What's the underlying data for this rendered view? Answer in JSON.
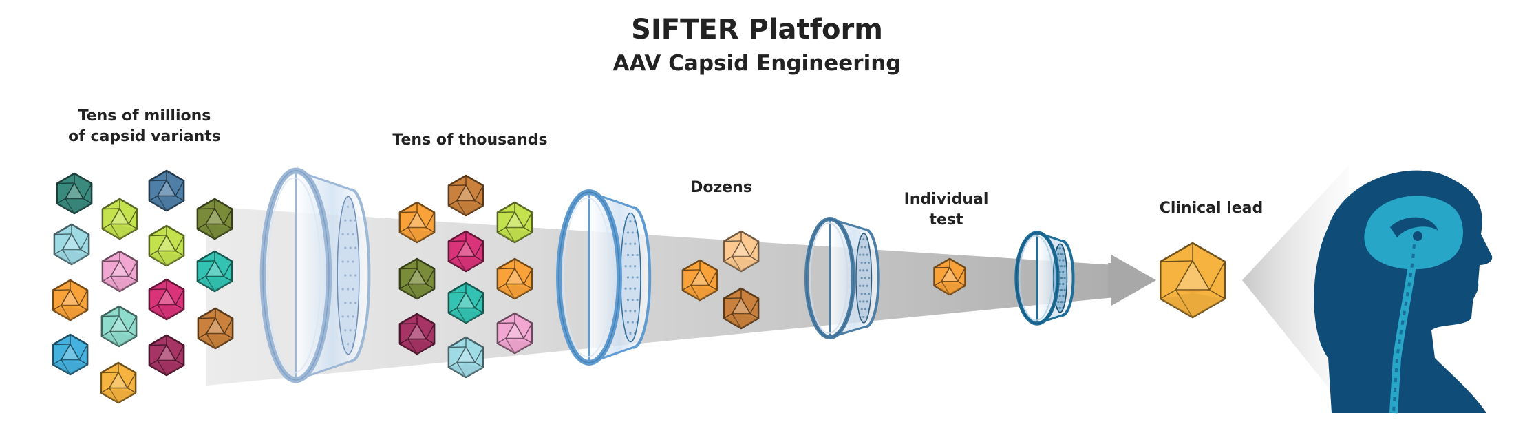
{
  "title": "SIFTER Platform",
  "subtitle": "AAV Capsid Engineering",
  "stages": [
    {
      "label_lines": [
        "Tens of millions",
        "of capsid variants"
      ]
    },
    {
      "label_lines": [
        "Tens of thousands"
      ]
    },
    {
      "label_lines": [
        "Dozens"
      ]
    },
    {
      "label_lines": [
        "Individual",
        "test"
      ]
    },
    {
      "label_lines": [
        "Clinical lead"
      ]
    }
  ],
  "colors": {
    "teal_dark": "#3b8a7e",
    "steel_blue": "#4f7fa6",
    "olive": "#7a8c3a",
    "light_cyan": "#9fdbe5",
    "lime": "#c4e24e",
    "pink": "#f1a7d1",
    "teal": "#34c3b2",
    "orange": "#f9a23a",
    "light_orange": "#fcc990",
    "magenta": "#d9337a",
    "seafoam": "#8fdccd",
    "copper": "#c9813d",
    "sky_blue": "#45b1de",
    "gold": "#f6b33f",
    "maroon": "#a63465",
    "sieve_light": "#b7cde6",
    "sieve_mid": "#5f9bd1",
    "sieve_dark": "#2f6f9e",
    "head_dark": "#0f4d78",
    "head_light": "#27a6c7"
  },
  "icons": [
    "capsid-icon",
    "sieve-icon",
    "arrow-icon",
    "human-head-icon"
  ]
}
